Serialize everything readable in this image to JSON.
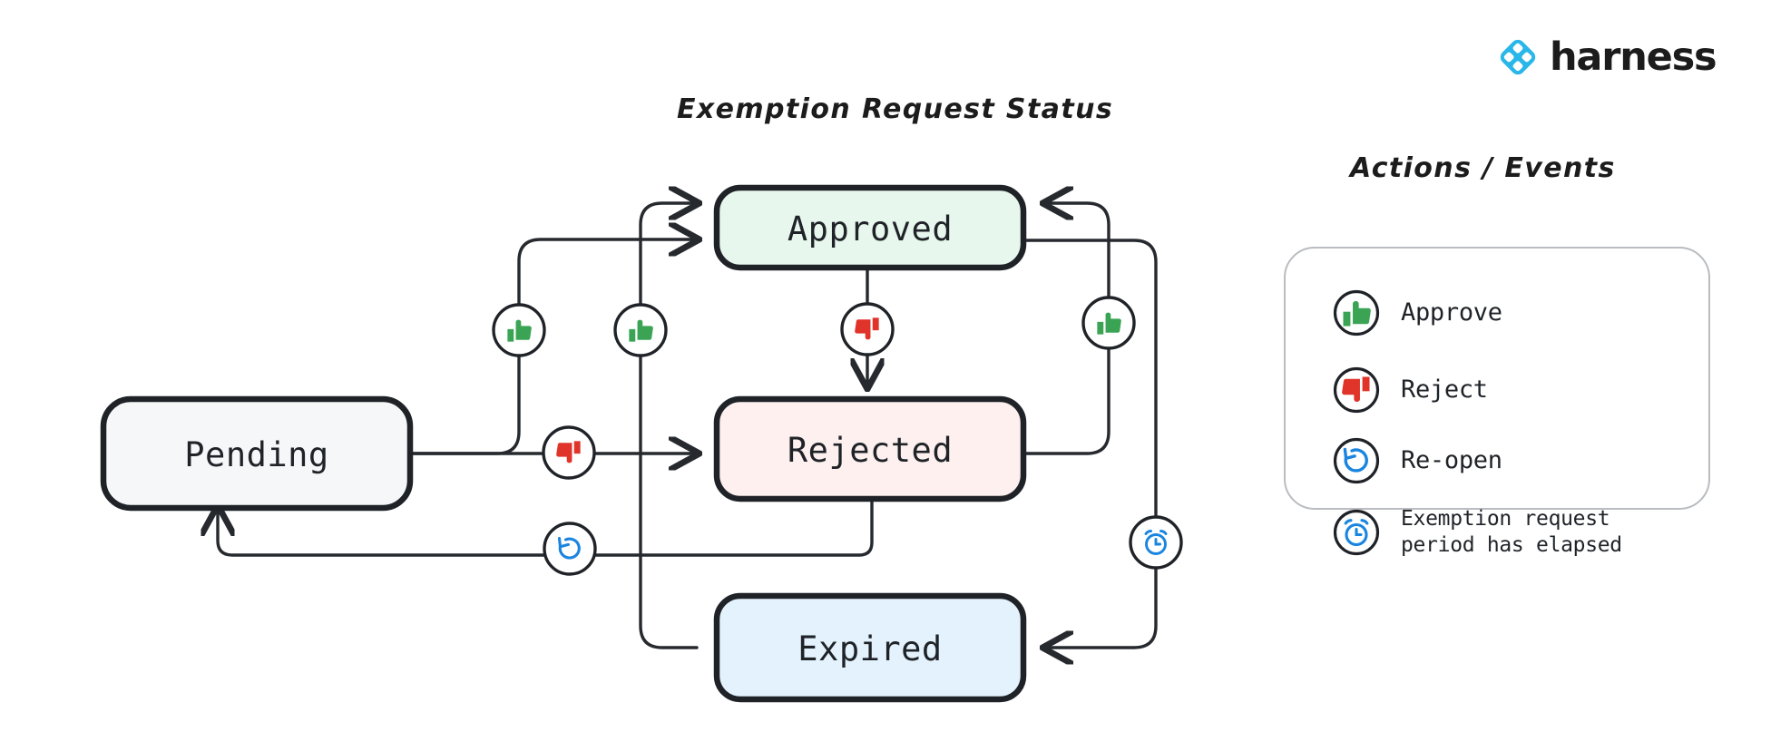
{
  "brand": {
    "name": "harness",
    "logo_icon": "harness-diamond-logo",
    "logo_color": "#29B6E8"
  },
  "diagram": {
    "title": "Exemption Request Status",
    "type": "state-machine",
    "nodes": [
      {
        "id": "pending",
        "label": "Pending",
        "fill": "#f6f7f9",
        "stroke": "#1f2328"
      },
      {
        "id": "approved",
        "label": "Approved",
        "fill": "#e8f7ed",
        "stroke": "#1f2328"
      },
      {
        "id": "rejected",
        "label": "Rejected",
        "fill": "#fdf0ee",
        "stroke": "#1f2328"
      },
      {
        "id": "expired",
        "label": "Expired",
        "fill": "#e3f2fc",
        "stroke": "#1f2328"
      }
    ],
    "edges": [
      {
        "from": "pending",
        "to": "approved",
        "action": "approve",
        "icon": "thumbs-up-icon"
      },
      {
        "from": "pending",
        "to": "rejected",
        "action": "reject",
        "icon": "thumbs-down-icon"
      },
      {
        "from": "approved",
        "to": "rejected",
        "action": "reject",
        "icon": "thumbs-down-icon"
      },
      {
        "from": "rejected",
        "to": "approved",
        "action": "approve",
        "icon": "thumbs-up-icon"
      },
      {
        "from": "rejected",
        "to": "pending",
        "action": "re-open",
        "icon": "reopen-icon"
      },
      {
        "from": "expired",
        "to": "approved",
        "action": "approve",
        "icon": "thumbs-up-icon"
      },
      {
        "from": "approved",
        "to": "expired",
        "action": "period-elapsed",
        "icon": "alarm-clock-icon"
      }
    ]
  },
  "legend": {
    "title": "Actions / Events",
    "items": [
      {
        "icon": "thumbs-up-icon",
        "icon_color": "#3aa454",
        "label": "Approve"
      },
      {
        "icon": "thumbs-down-icon",
        "icon_color": "#e0342a",
        "label": "Reject"
      },
      {
        "icon": "reopen-icon",
        "icon_color": "#1a85e0",
        "label": "Re-open"
      },
      {
        "icon": "alarm-clock-icon",
        "icon_color": "#1a85e0",
        "label": "Exemption request\nperiod has elapsed"
      }
    ]
  },
  "colors": {
    "stroke": "#1f2328",
    "edge": "#26292e",
    "green": "#3aa454",
    "red": "#e0342a",
    "blue": "#1a85e0",
    "panel_border": "#b9bcc0",
    "background": "#ffffff"
  }
}
